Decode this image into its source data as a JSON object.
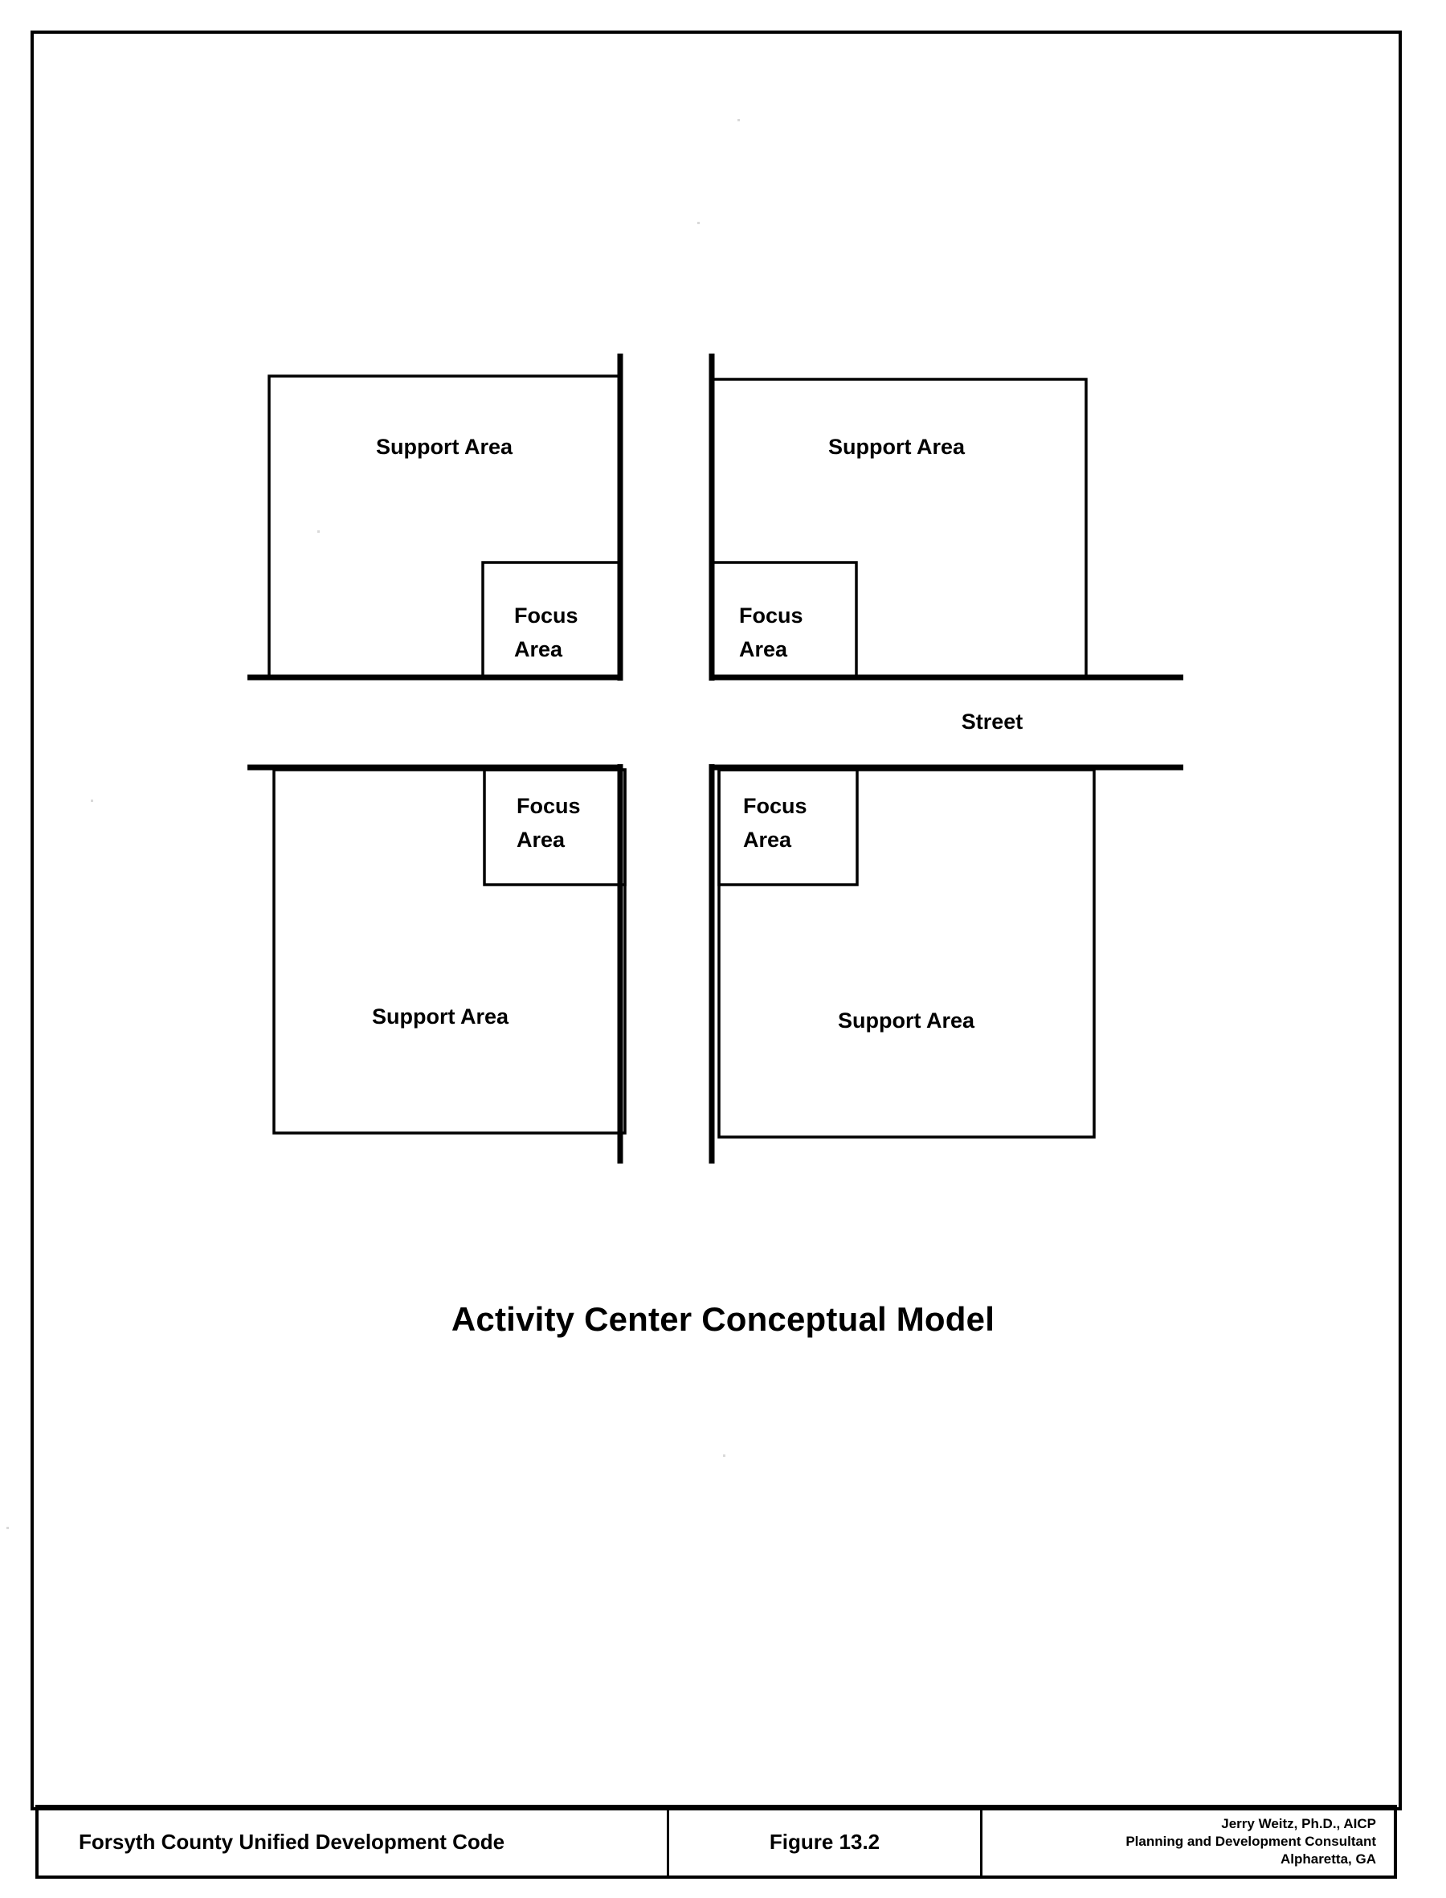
{
  "document": {
    "figure_title": "Activity Center Conceptual Model"
  },
  "diagram": {
    "street_label": "Street",
    "quadrants": [
      {
        "id": "top-left",
        "support_label": "Support Area",
        "focus_label_line1": "Focus",
        "focus_label_line2": "Area",
        "focus_corner": "bottom-right"
      },
      {
        "id": "top-right",
        "support_label": "Support Area",
        "focus_label_line1": "Focus",
        "focus_label_line2": "Area",
        "focus_corner": "bottom-left"
      },
      {
        "id": "bottom-left",
        "support_label": "Support Area",
        "focus_label_line1": "Focus",
        "focus_label_line2": "Area",
        "focus_corner": "top-right"
      },
      {
        "id": "bottom-right",
        "support_label": "Support Area",
        "focus_label_line1": "Focus",
        "focus_label_line2": "Area",
        "focus_corner": "top-left"
      }
    ]
  },
  "title_block": {
    "document_name": "Forsyth County Unified Development Code",
    "figure_number": "Figure 13.2",
    "credit_line1": "Jerry Weitz, Ph.D., AICP",
    "credit_line2": "Planning and Development Consultant",
    "credit_line3": "Alpharetta, GA"
  },
  "colors": {
    "ink": "#000000",
    "paper": "#ffffff"
  }
}
